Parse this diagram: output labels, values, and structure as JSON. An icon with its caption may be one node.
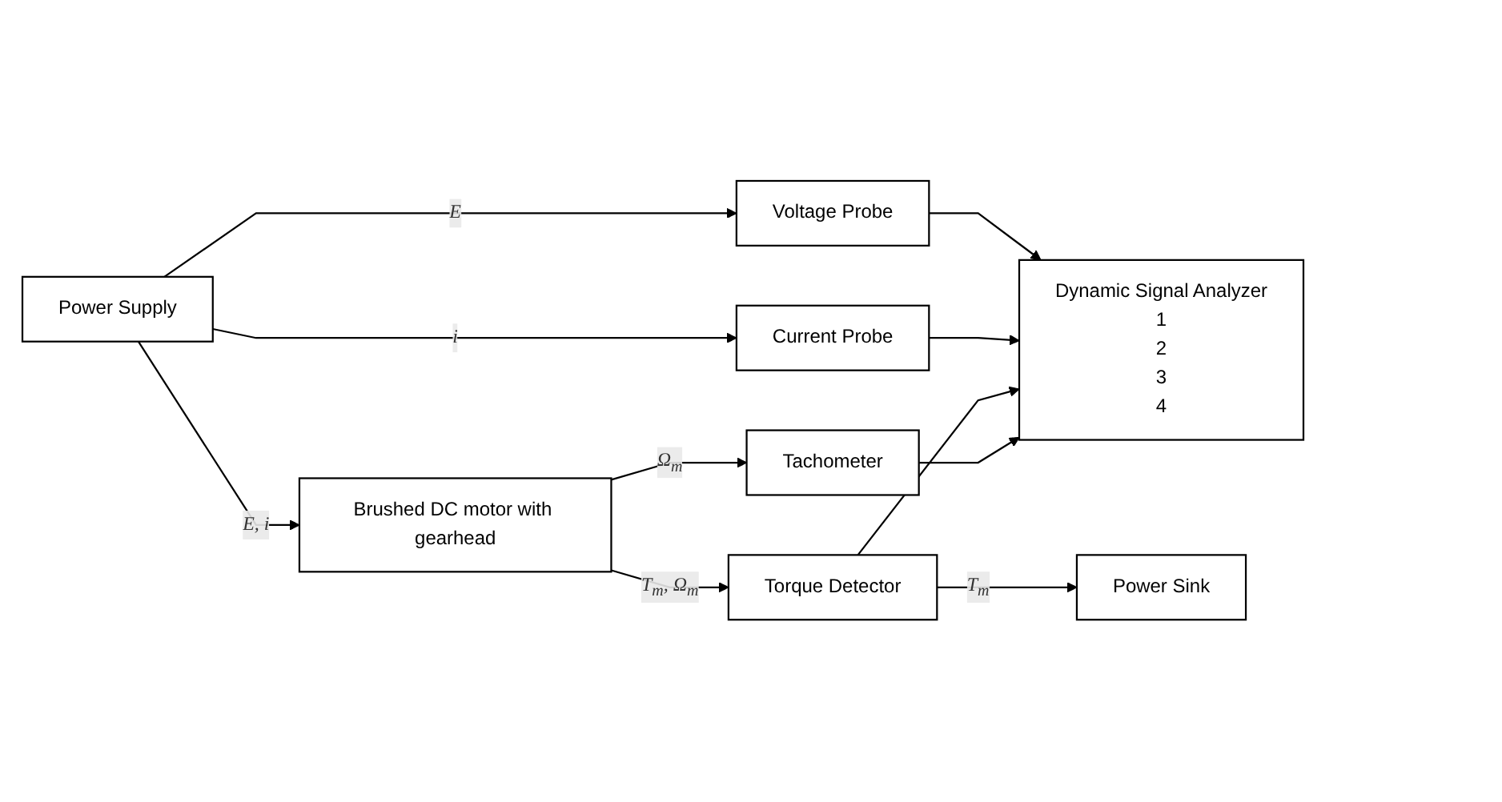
{
  "diagram": {
    "nodes": [
      {
        "text": [
          "Power Supply"
        ]
      },
      {
        "text": [
          "Voltage Probe"
        ]
      },
      {
        "text": [
          "Current Probe"
        ]
      },
      {
        "text": [
          "Brushed DC motor with gearhead"
        ]
      },
      {
        "text": [
          "Tachometer"
        ]
      },
      {
        "text": [
          "Torque Detector"
        ]
      },
      {
        "text": [
          "Power Sink"
        ]
      },
      {
        "text": [
          "Dynamic Signal Analyzer",
          "1",
          "2",
          "3",
          "4"
        ]
      }
    ],
    "edges": [
      {
        "from": 0,
        "to": 1,
        "arrow": "to",
        "label": "E"
      },
      {
        "from": 0,
        "to": 2,
        "arrow": "to",
        "label": "i"
      },
      {
        "from": 0,
        "to": 3,
        "arrow": "to",
        "label": "E, i"
      },
      {
        "from": 1,
        "to": 7,
        "arrow": "to"
      },
      {
        "from": 2,
        "to": 7,
        "arrow": "to"
      },
      {
        "from": 3,
        "to": 4,
        "arrow": "to",
        "label": "Ω$_{m}$"
      },
      {
        "from": 3,
        "to": 5,
        "arrow": "to",
        "label": "T$_{m}$, Ω$_{m}$"
      },
      {
        "from": 5,
        "to": 6,
        "arrow": "to",
        "label": "T$_{m}$"
      },
      {
        "from": 5,
        "to": 7,
        "arrow": "to"
      },
      {
        "from": 4,
        "to": 7,
        "arrow": "to"
      }
    ]
  }
}
